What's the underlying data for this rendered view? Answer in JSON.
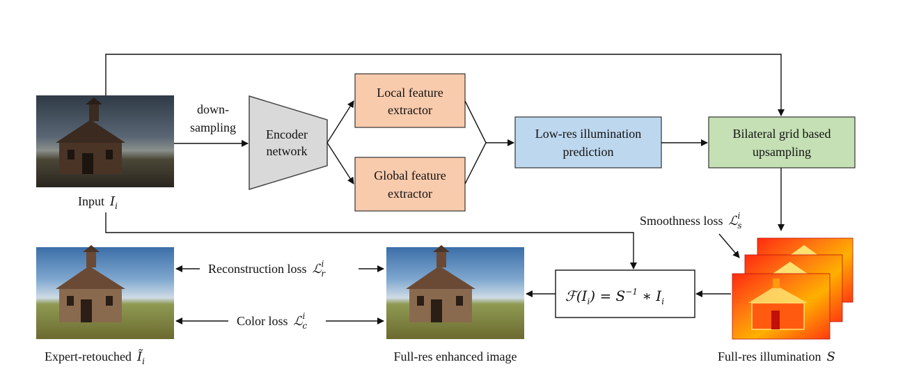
{
  "labels": {
    "downsampling_line1": "down-",
    "downsampling_line2": "sampling",
    "input_text": "Input",
    "input_symbol": "I",
    "input_subscript": "i",
    "encoder_line1": "Encoder",
    "encoder_line2": "network",
    "local_line1": "Local feature",
    "local_line2": "extractor",
    "global_line1": "Global feature",
    "global_line2": "extractor",
    "lowres_line1": "Low-res illumination",
    "lowres_line2": "prediction",
    "bilateral_line1": "Bilateral grid based",
    "bilateral_line2": "upsampling",
    "smoothness_text": "Smoothness loss",
    "loss_symbol": "ℒ",
    "smoothness_sub": "s",
    "smoothness_sup": "i",
    "formula": "ℱ(I",
    "formula_sub": "i",
    "formula_mid": ") = S",
    "formula_sup": "−1",
    "formula_end": " ∗ I",
    "formula_end_sub": "i",
    "reconstruction_text": "Reconstruction loss",
    "reconstruction_sub": "r",
    "reconstruction_sup": "i",
    "color_text": "Color loss",
    "color_sub": "c",
    "color_sup": "i",
    "expert_text": "Expert-retouched",
    "expert_symbol": "Ĩ",
    "expert_subscript": "i",
    "enhanced_text": "Full-res enhanced image",
    "illumination_text": "Full-res illumination",
    "illumination_symbol": "S"
  },
  "colors": {
    "feature_box": "#f8cbad",
    "lowres_box": "#bdd7ee",
    "bilateral_box": "#c5e0b4",
    "encoder": "#d9d9d9",
    "sky_dark": "#3e4a58",
    "sky_blue": "#4f7fb0",
    "illum_red": "#e8231a",
    "illum_yellow": "#ffcc00"
  },
  "images": {
    "input": "dark-schoolhouse-photo",
    "expert": "retouched-schoolhouse-photo",
    "enhanced": "enhanced-schoolhouse-photo",
    "illumination": "illumination-map-stack"
  }
}
